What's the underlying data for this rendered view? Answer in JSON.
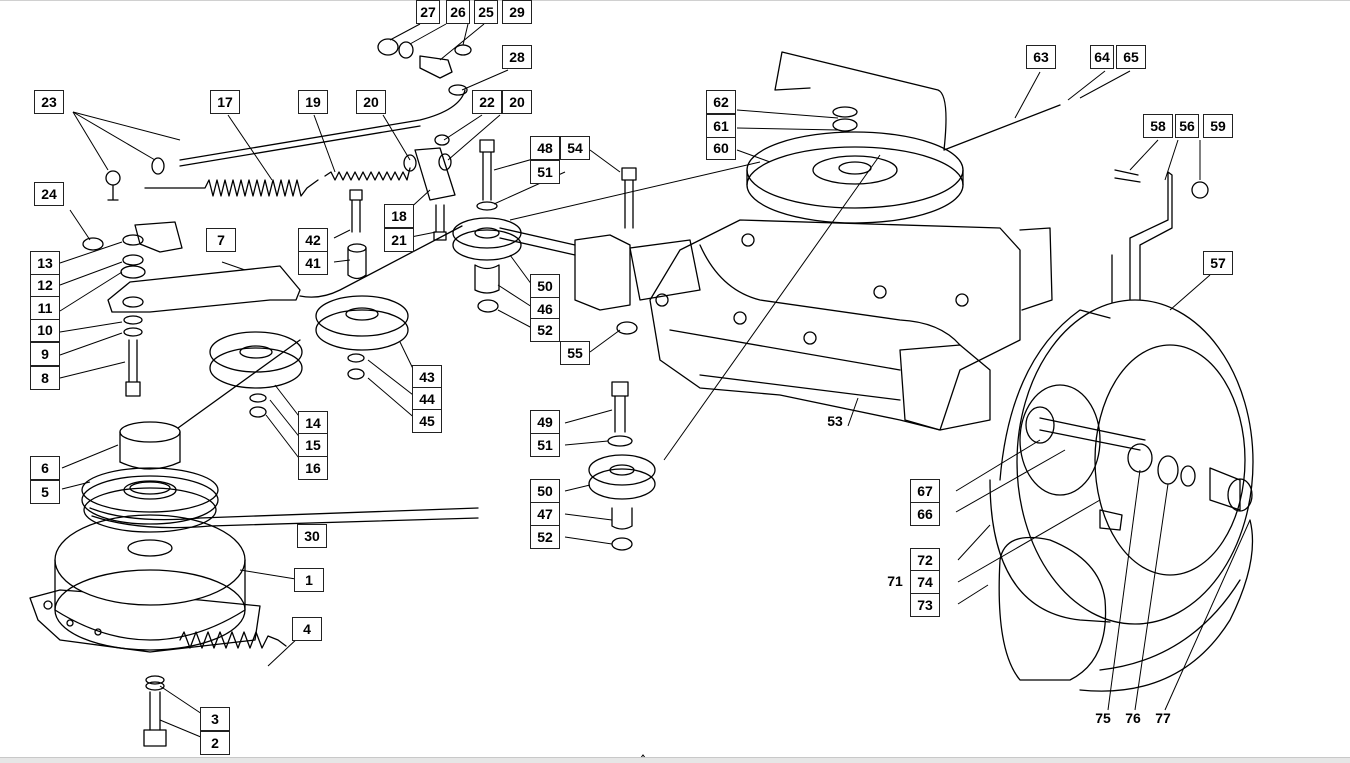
{
  "diagram": {
    "type": "exploded parts diagram",
    "part_labels": [
      "1",
      "2",
      "3",
      "4",
      "5",
      "6",
      "7",
      "8",
      "9",
      "10",
      "11",
      "12",
      "13",
      "14",
      "15",
      "16",
      "17",
      "18",
      "19",
      "20",
      "21",
      "22",
      "23",
      "24",
      "25",
      "26",
      "27",
      "28",
      "29",
      "30",
      "41",
      "42",
      "43",
      "44",
      "45",
      "46",
      "47",
      "48",
      "49",
      "50",
      "51",
      "52",
      "53",
      "54",
      "55",
      "56",
      "57",
      "58",
      "59",
      "60",
      "61",
      "62",
      "63",
      "64",
      "65",
      "66",
      "67",
      "71",
      "72",
      "73",
      "74",
      "75",
      "76",
      "77"
    ]
  }
}
